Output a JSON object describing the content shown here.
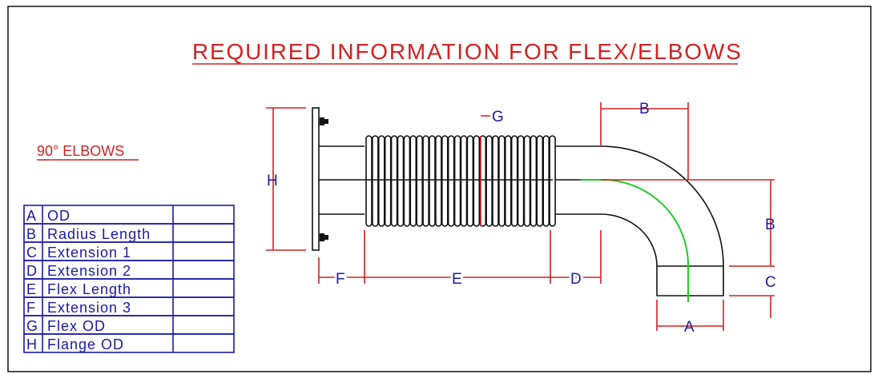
{
  "title": "REQUIRED INFORMATION FOR FLEX/ELBOWS",
  "subtitle": "90° ELBOWS",
  "table": [
    {
      "letter": "A",
      "name": "OD",
      "value": ""
    },
    {
      "letter": "B",
      "name": "Radius Length",
      "value": ""
    },
    {
      "letter": "C",
      "name": "Extension 1",
      "value": ""
    },
    {
      "letter": "D",
      "name": "Extension 2",
      "value": ""
    },
    {
      "letter": "E",
      "name": "Flex Length",
      "value": ""
    },
    {
      "letter": "F",
      "name": "Extension 3",
      "value": ""
    },
    {
      "letter": "G",
      "name": "Flex OD",
      "value": ""
    },
    {
      "letter": "H",
      "name": "Flange OD",
      "value": ""
    }
  ],
  "dims": {
    "A": "A",
    "B1": "B",
    "B2": "B",
    "C": "C",
    "D": "D",
    "E": "E",
    "F": "F",
    "G": "G",
    "H": "H"
  },
  "colors": {
    "title": "#d42020",
    "text": "#1a1aa8",
    "centerline": "#22cc22"
  }
}
